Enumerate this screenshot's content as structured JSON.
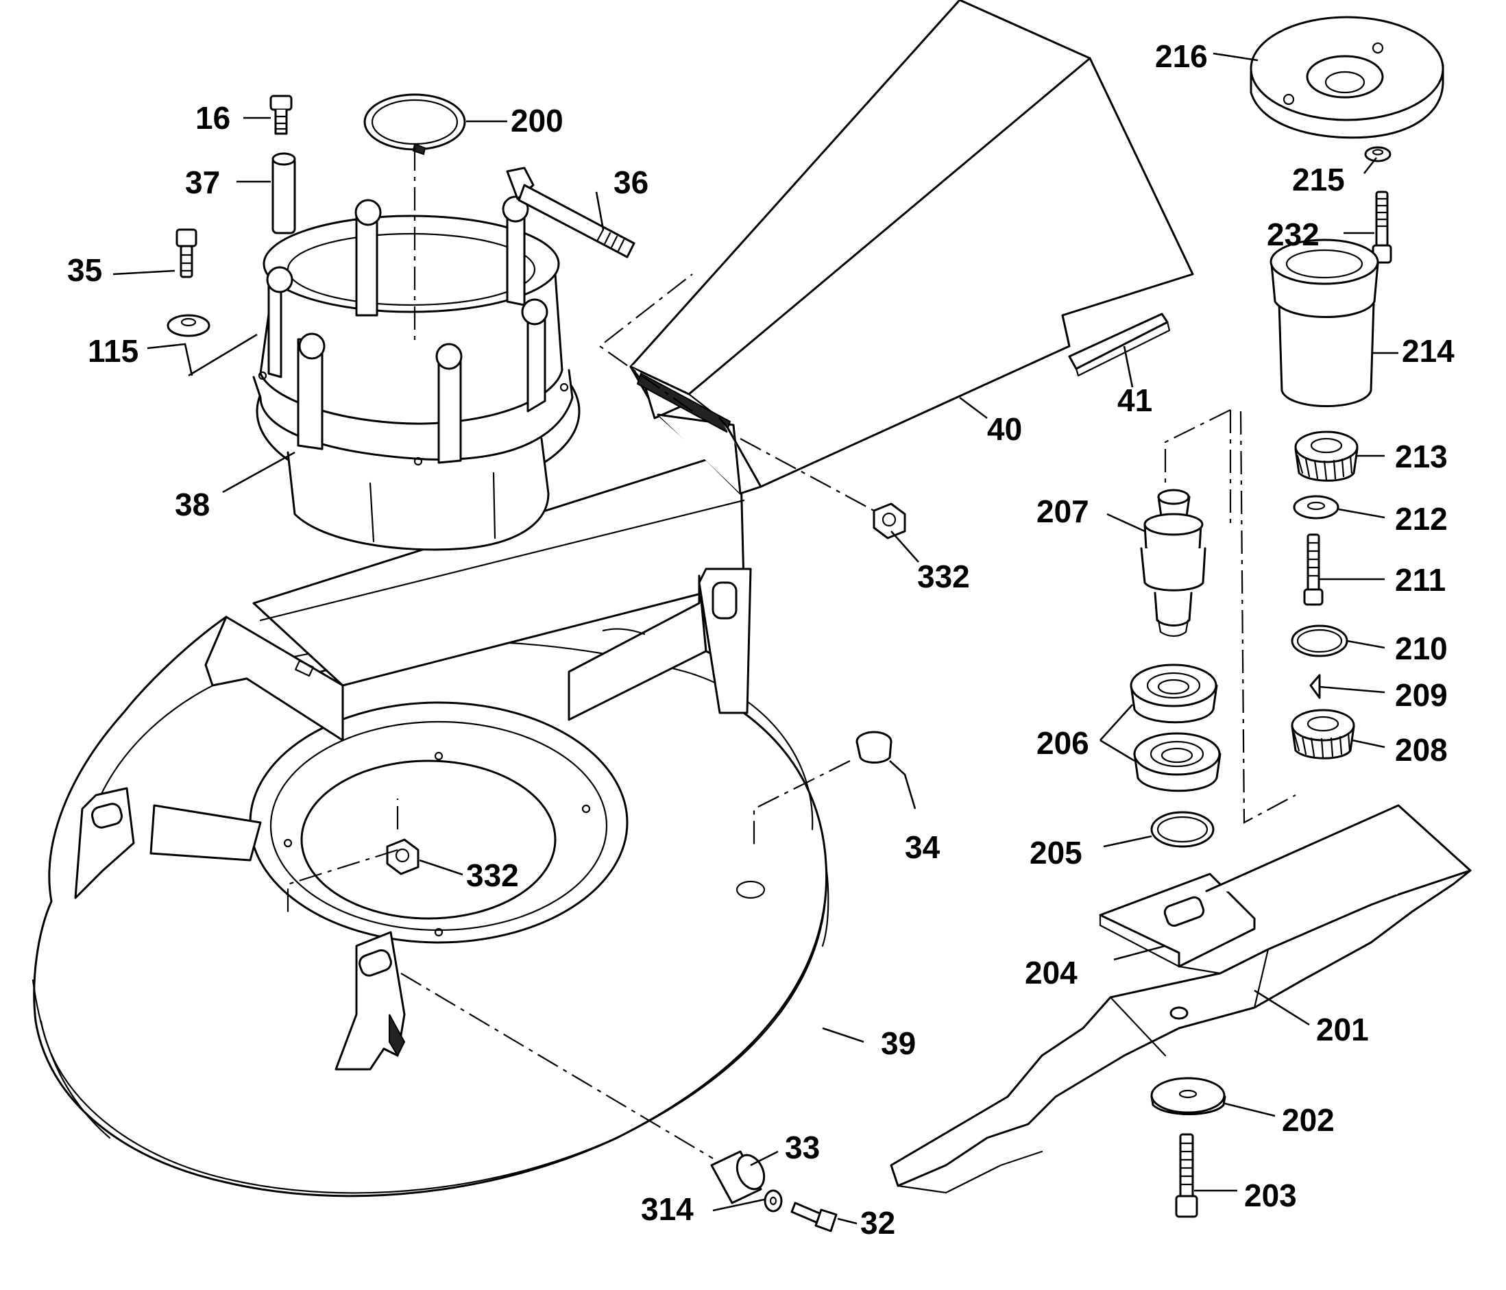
{
  "colors": {
    "line": "#000000",
    "background": "#ffffff"
  },
  "callouts": [
    {
      "id": "16",
      "text": "16"
    },
    {
      "id": "200",
      "text": "200"
    },
    {
      "id": "37",
      "text": "37"
    },
    {
      "id": "36",
      "text": "36"
    },
    {
      "id": "35",
      "text": "35"
    },
    {
      "id": "115",
      "text": "115"
    },
    {
      "id": "38",
      "text": "38"
    },
    {
      "id": "40",
      "text": "40"
    },
    {
      "id": "41",
      "text": "41"
    },
    {
      "id": "332a",
      "text": "332"
    },
    {
      "id": "332b",
      "text": "332"
    },
    {
      "id": "34",
      "text": "34"
    },
    {
      "id": "39",
      "text": "39"
    },
    {
      "id": "33",
      "text": "33"
    },
    {
      "id": "314",
      "text": "314"
    },
    {
      "id": "32",
      "text": "32"
    },
    {
      "id": "216",
      "text": "216"
    },
    {
      "id": "215",
      "text": "215"
    },
    {
      "id": "232",
      "text": "232"
    },
    {
      "id": "214",
      "text": "214"
    },
    {
      "id": "213",
      "text": "213"
    },
    {
      "id": "212",
      "text": "212"
    },
    {
      "id": "211",
      "text": "211"
    },
    {
      "id": "210",
      "text": "210"
    },
    {
      "id": "209",
      "text": "209"
    },
    {
      "id": "208",
      "text": "208"
    },
    {
      "id": "207",
      "text": "207"
    },
    {
      "id": "206",
      "text": "206"
    },
    {
      "id": "205",
      "text": "205"
    },
    {
      "id": "204",
      "text": "204"
    },
    {
      "id": "201",
      "text": "201"
    },
    {
      "id": "202",
      "text": "202"
    },
    {
      "id": "203",
      "text": "203"
    }
  ]
}
